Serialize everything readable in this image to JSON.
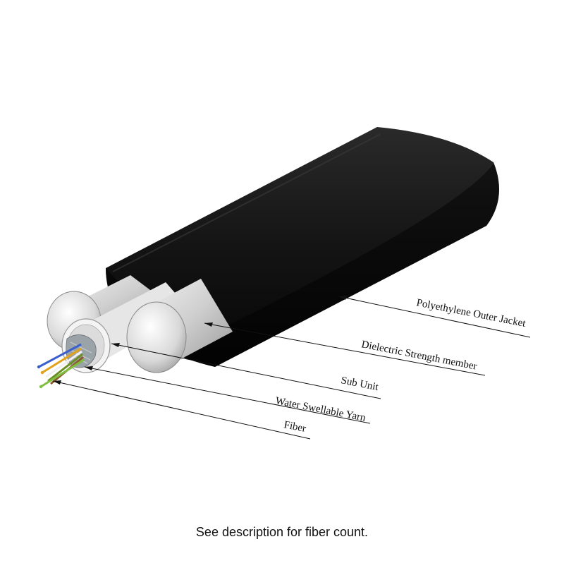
{
  "diagram": {
    "labels": {
      "jacket": "Polyethylene Outer Jacket",
      "strength": "Dielectric Strength member",
      "subunit": "Sub Unit",
      "yarn": "Water Swellable Yarn",
      "fiber": "Fiber"
    },
    "colors": {
      "jacket": "#0c0c0c",
      "member": "#c9c9c9",
      "fibers": [
        "#3a5fcd",
        "#e3a21a",
        "#ffffff",
        "#6b8e23",
        "#8b5a2b",
        "#7fbf3f"
      ]
    }
  },
  "caption": "See description for fiber count."
}
